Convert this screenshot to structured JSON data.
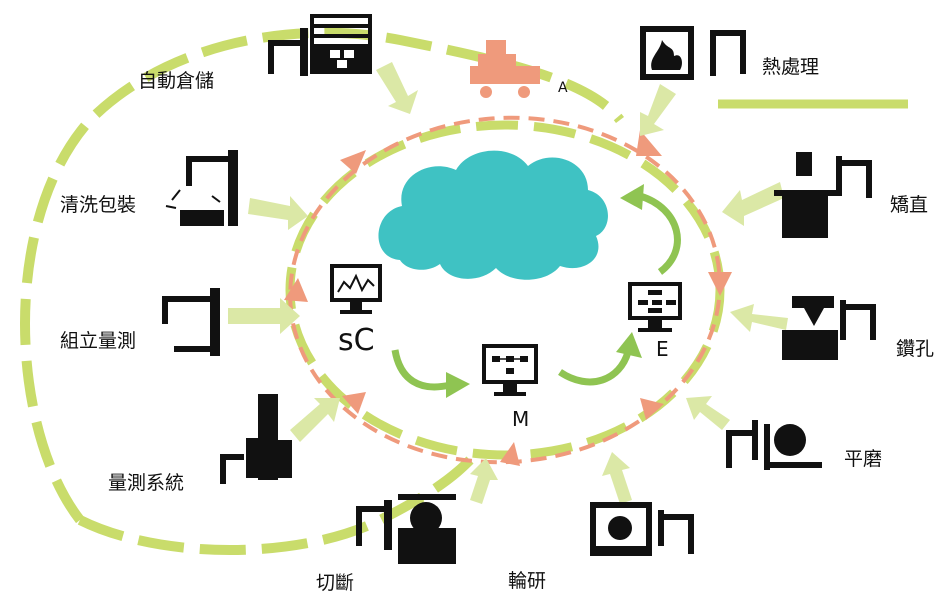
{
  "colors": {
    "green": "#c9dc6b",
    "green_light": "#dbe8a6",
    "salmon": "#ef9a7c",
    "teal": "#3fc2c3",
    "ink": "#111111",
    "arrow_green": "#8fc452"
  },
  "stations": [
    {
      "label": "自動倉儲",
      "icon": "warehouse-shelf-icon"
    },
    {
      "label": "熱處理",
      "icon": "furnace-fire-icon"
    },
    {
      "label": "清洗包裝",
      "icon": "washing-robot-icon"
    },
    {
      "label": "矯直",
      "icon": "straightening-press-icon"
    },
    {
      "label": "組立量測",
      "icon": "assembly-robot-icon"
    },
    {
      "label": "鑽孔",
      "icon": "drilling-machine-icon"
    },
    {
      "label": "量測系統",
      "icon": "measuring-machine-icon"
    },
    {
      "label": "平磨",
      "icon": "surface-grinder-icon"
    },
    {
      "label": "切斷",
      "icon": "cutting-saw-icon"
    },
    {
      "label": "輪研",
      "icon": "wheel-grinder-icon"
    }
  ],
  "center": {
    "cloud_icon": "cloud-icon",
    "monitor_icons": [
      "monitor-chart-icon",
      "monitor-flowchart-icon",
      "monitor-hierarchy-icon"
    ],
    "fragment_left": "sC",
    "fragment_bottom": "M",
    "fragment_right": "E",
    "fragment_top": "A"
  }
}
